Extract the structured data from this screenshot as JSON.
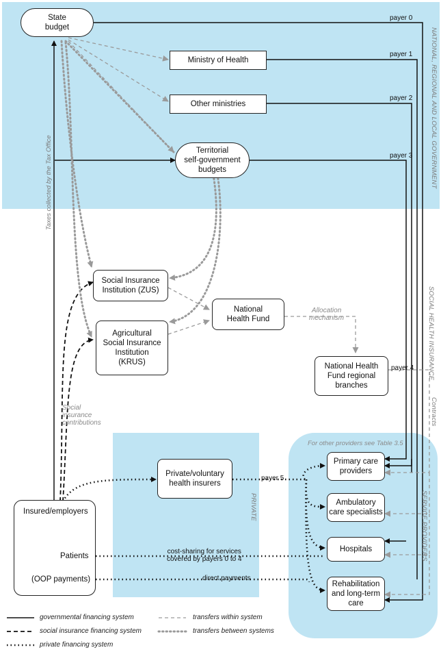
{
  "nodes": {
    "state_budget": "State\nbudget",
    "ministry_health": "Ministry of Health",
    "other_ministries": "Other ministries",
    "territorial": "Territorial\nself-government\nbudgets",
    "zus": "Social Insurance\nInstitution (ZUS)",
    "krus": "Agricultural\nSocial Insurance\nInstitution\n(KRUS)",
    "nhf": "National\nHealth Fund",
    "nhf_branches": "National Health\nFund regional\nbranches",
    "private_insurers": "Private/voluntary\nhealth insurers",
    "primary_care": "Primary care\nproviders",
    "ambulatory": "Ambulatory\ncare specialists",
    "hospitals": "Hospitals",
    "rehab": "Rehabilitation\nand long-term\ncare"
  },
  "insured": {
    "line1": "Insured/employers",
    "line2": "Patients",
    "line3": "(OOP payments)"
  },
  "payers": {
    "p0": "payer 0",
    "p1": "payer 1",
    "p2": "payer 2",
    "p3": "payer 3",
    "p4": "payer 4",
    "p5": "payer 5"
  },
  "labels": {
    "allocation": "Allocation\nmechanism",
    "social_contrib": "Social\ninsurance\ncontributions",
    "cost_sharing": "cost-sharing for services\ncovered by payers 0 to 4",
    "direct": "direct payments",
    "other_providers": "For other providers see Table 3.5",
    "taxes": "Taxes collected by the Tax Office",
    "national_gov": "NATIONAL, REGIONAL AND LOCAL GOVERNMENT",
    "social_health": "SOCIAL HEALTH INSURANCE",
    "contracts": "Contracts",
    "service_providers": "SERVICE PROVIDERS",
    "private": "PRIVATE"
  },
  "legend": {
    "gov": "governmental financing system",
    "social": "social insurance financing system",
    "private": "private financing system",
    "within": "transfers within system",
    "between": "transfers between systems"
  },
  "colors": {
    "band": "#bfe4f3",
    "line": "#111111",
    "grey_line": "#9a9a9a"
  }
}
